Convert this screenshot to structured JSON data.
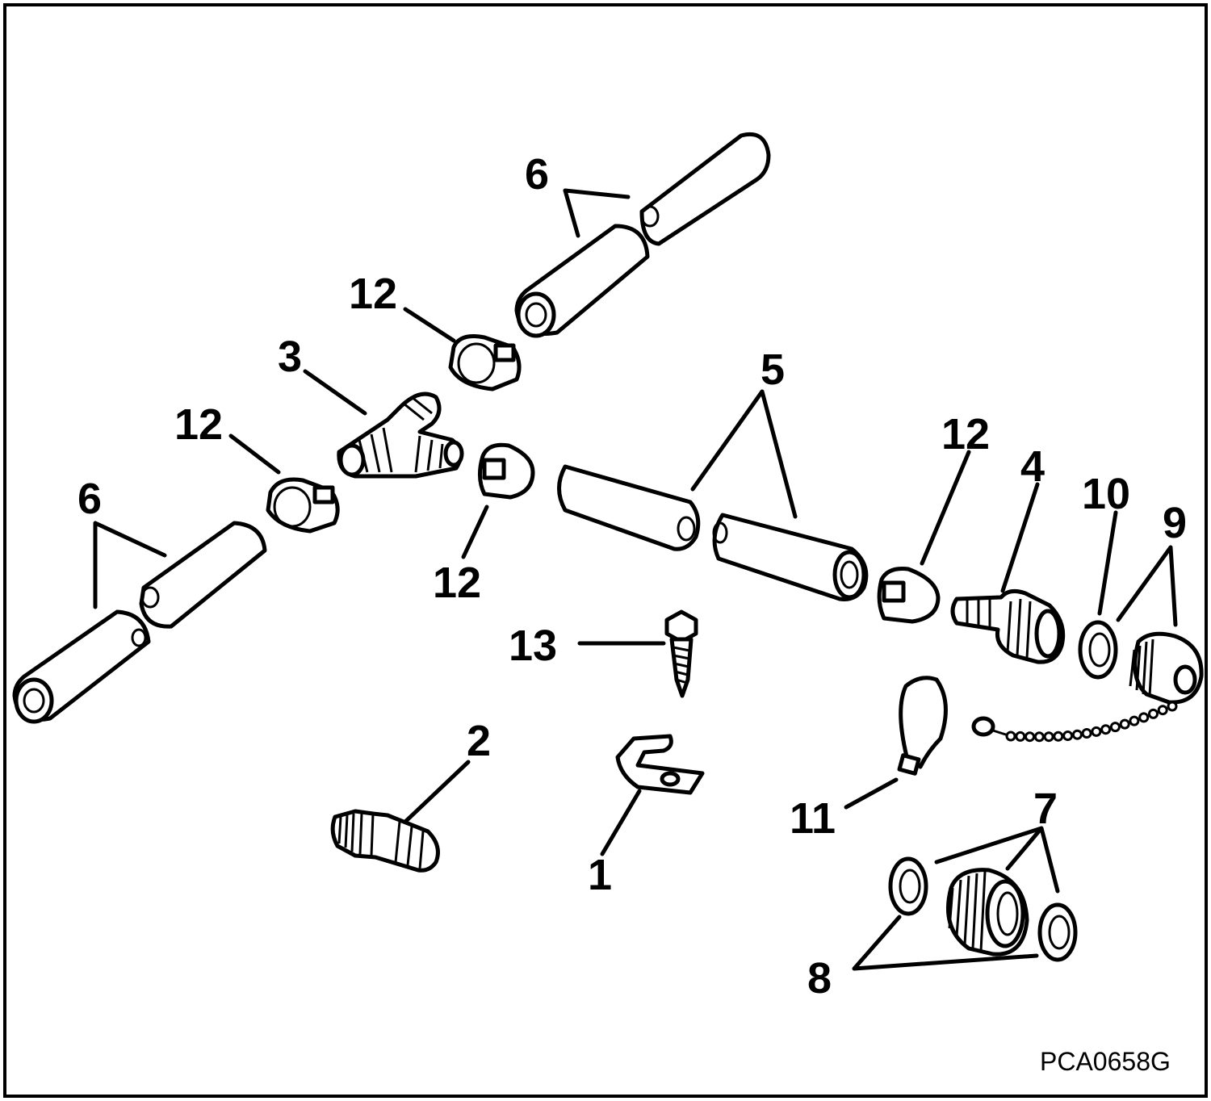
{
  "figure_code": "PCA0658G",
  "callouts": {
    "c1": "1",
    "c2": "2",
    "c3": "3",
    "c4": "4",
    "c5": "5",
    "c6_top": "6",
    "c6_left": "6",
    "c7": "7",
    "c8": "8",
    "c9": "9",
    "c10": "10",
    "c11": "11",
    "c12_top": "12",
    "c12_left": "12",
    "c12_center": "12",
    "c12_right": "12",
    "c13": "13"
  }
}
